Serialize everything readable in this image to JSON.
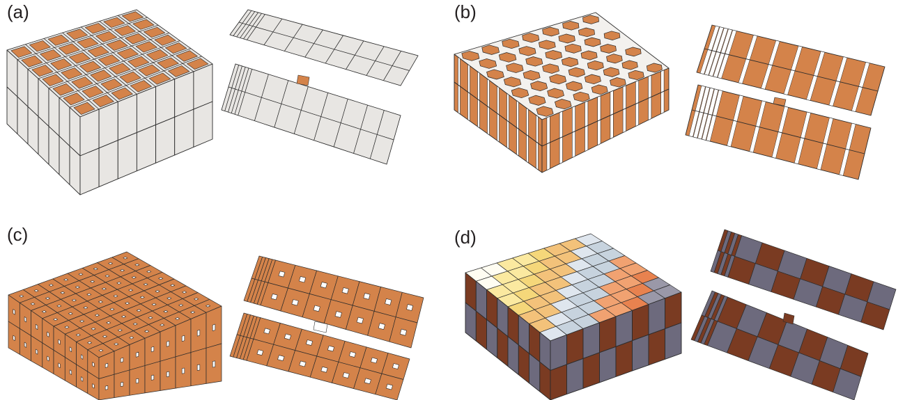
{
  "panels": [
    {
      "label": "(a)",
      "top_pattern": "square-cores",
      "side_pattern": "plain",
      "cross_section": "plain"
    },
    {
      "label": "(b)",
      "top_pattern": "hexagonal-cells",
      "side_pattern": "striped",
      "cross_section": "striped"
    },
    {
      "label": "(c)",
      "top_pattern": "square-cells-with-inclusions",
      "side_pattern": "inclusions",
      "cross_section": "inclusions"
    },
    {
      "label": "(d)",
      "top_pattern": "graded-heat-map",
      "side_pattern": "alternating",
      "cross_section": "alternating"
    }
  ],
  "colors": {
    "orange": "#d4834a",
    "light_gray": "#e8e6e3",
    "dark_brown": "#7a3b22",
    "slate": "#6d6a7d",
    "outline": "#2b2b2b",
    "white": "#ffffff"
  }
}
